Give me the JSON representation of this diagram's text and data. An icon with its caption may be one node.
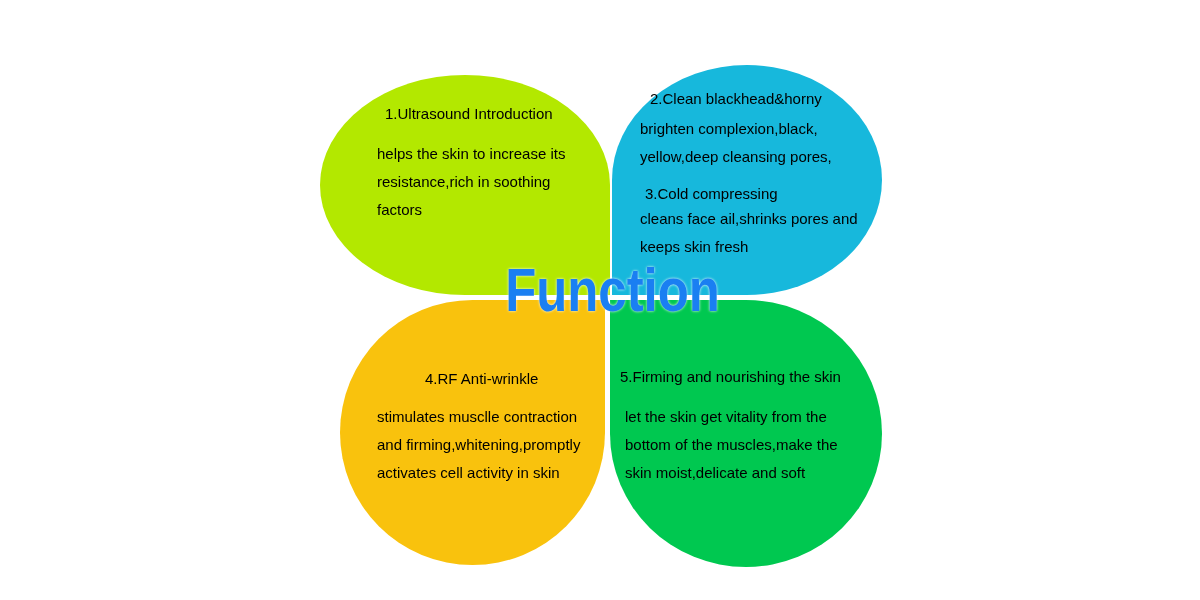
{
  "diagram": {
    "title": "Function",
    "nodes": [
      {
        "text": [
          "1.Ultrasound Introduction",
          "helps the skin to increase its resistance,rich in soothing factors"
        ]
      },
      {
        "text": [
          "2.Clean blackhead&horny",
          "brighten complexion,black, yellow,deep cleansing pores,",
          "3.Cold compressing",
          "cleans face ail,shrinks pores and keeps skin fresh"
        ]
      },
      {
        "text": [
          "4.RF Anti-wrinkle",
          "stimulates musclle contraction and firming,whitening,promptly activates cell activity in skin"
        ]
      },
      {
        "text": [
          "5.Firming and nourishing the skin",
          "let the skin get vitality from the bottom of the muscles,make the skin moist,delicate and soft"
        ]
      }
    ]
  }
}
